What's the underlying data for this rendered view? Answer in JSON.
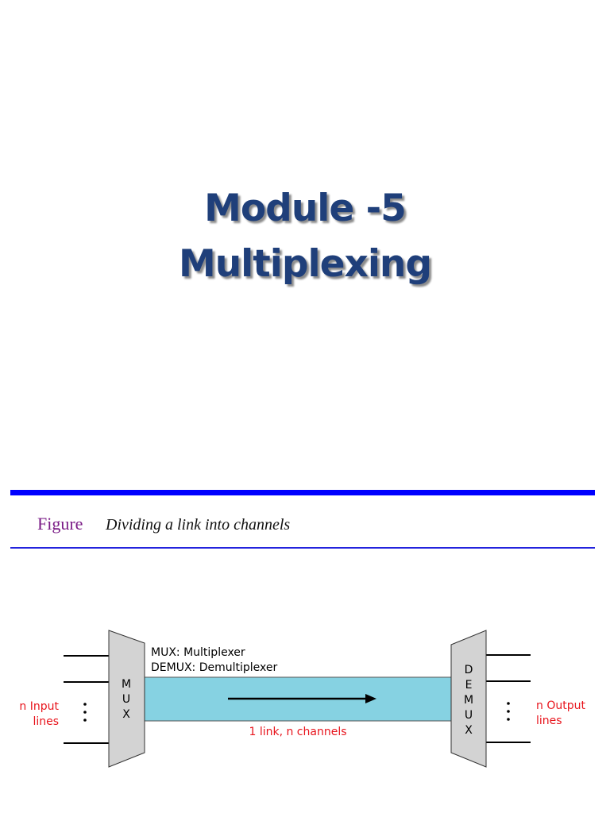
{
  "title": {
    "line1": "Module -5",
    "line2": "Multiplexing"
  },
  "figure": {
    "label": "Figure",
    "caption": "Dividing a link into channels"
  },
  "diagram": {
    "mux_label": "MUX: Multiplexer",
    "demux_label": "DEMUX: Demultiplexer",
    "mux_box_letters": [
      "M",
      "U",
      "X"
    ],
    "demux_box_letters": [
      "D",
      "E",
      "M",
      "U",
      "X"
    ],
    "input_lines_label": [
      "n Input",
      "lines"
    ],
    "output_lines_label": [
      "n Output",
      "lines"
    ],
    "link_label": "1 link, n channels",
    "colors": {
      "link_fill": "#86d2e2",
      "device_fill": "#d3d3d3",
      "red_text": "#e8141c"
    }
  }
}
